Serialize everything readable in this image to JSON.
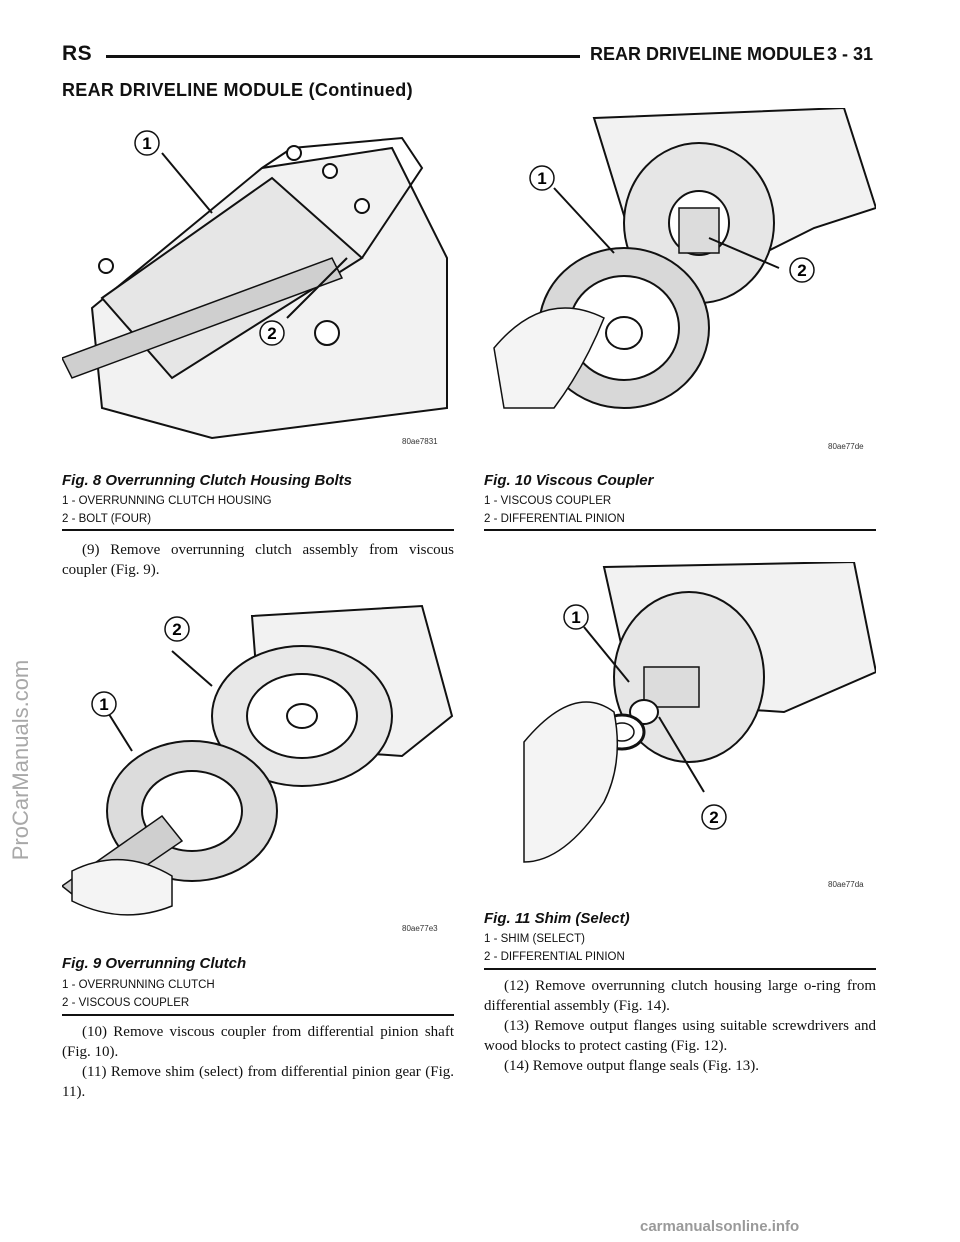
{
  "header": {
    "section_code": "RS",
    "module_title": "REAR DRIVELINE MODULE",
    "page_number": "3 - 31"
  },
  "continued_title": "REAR DRIVELINE MODULE (Continued)",
  "figures": {
    "fig8": {
      "code": "80ae7831",
      "title": "Fig. 8 Overrunning Clutch Housing Bolts",
      "callouts": [
        "1",
        "2"
      ],
      "legend": [
        "1 - OVERRUNNING CLUTCH HOUSING",
        "2 - BOLT (FOUR)"
      ]
    },
    "fig9": {
      "code": "80ae77e3",
      "title": "Fig. 9 Overrunning Clutch",
      "callouts": [
        "2",
        "1"
      ],
      "legend": [
        "1 - OVERRUNNING CLUTCH",
        "2 - VISCOUS COUPLER"
      ]
    },
    "fig10": {
      "code": "80ae77de",
      "title": "Fig. 10 Viscous Coupler",
      "callouts": [
        "1",
        "2"
      ],
      "legend": [
        "1 - VISCOUS COUPLER",
        "2 - DIFFERENTIAL PINION"
      ]
    },
    "fig11": {
      "code": "80ae77da",
      "title": "Fig. 11 Shim (Select)",
      "callouts": [
        "1",
        "2"
      ],
      "legend": [
        "1 - SHIM (SELECT)",
        "2 - DIFFERENTIAL PINION"
      ]
    }
  },
  "body": {
    "step9": "(9) Remove overrunning clutch assembly from viscous coupler (Fig. 9).",
    "step10": "(10) Remove viscous coupler from differential pinion shaft (Fig. 10).",
    "step11": "(11) Remove shim (select) from differential pinion gear (Fig. 11).",
    "step12": "(12) Remove overrunning clutch housing large o-ring from differential assembly (Fig. 14).",
    "step13": "(13) Remove output flanges using suitable screwdrivers and wood blocks to protect casting (Fig. 12).",
    "step14": "(14) Remove output flange seals (Fig. 13)."
  },
  "watermarks": {
    "side": "ProCarManuals.com",
    "footer": "carmanualsonline.info"
  }
}
